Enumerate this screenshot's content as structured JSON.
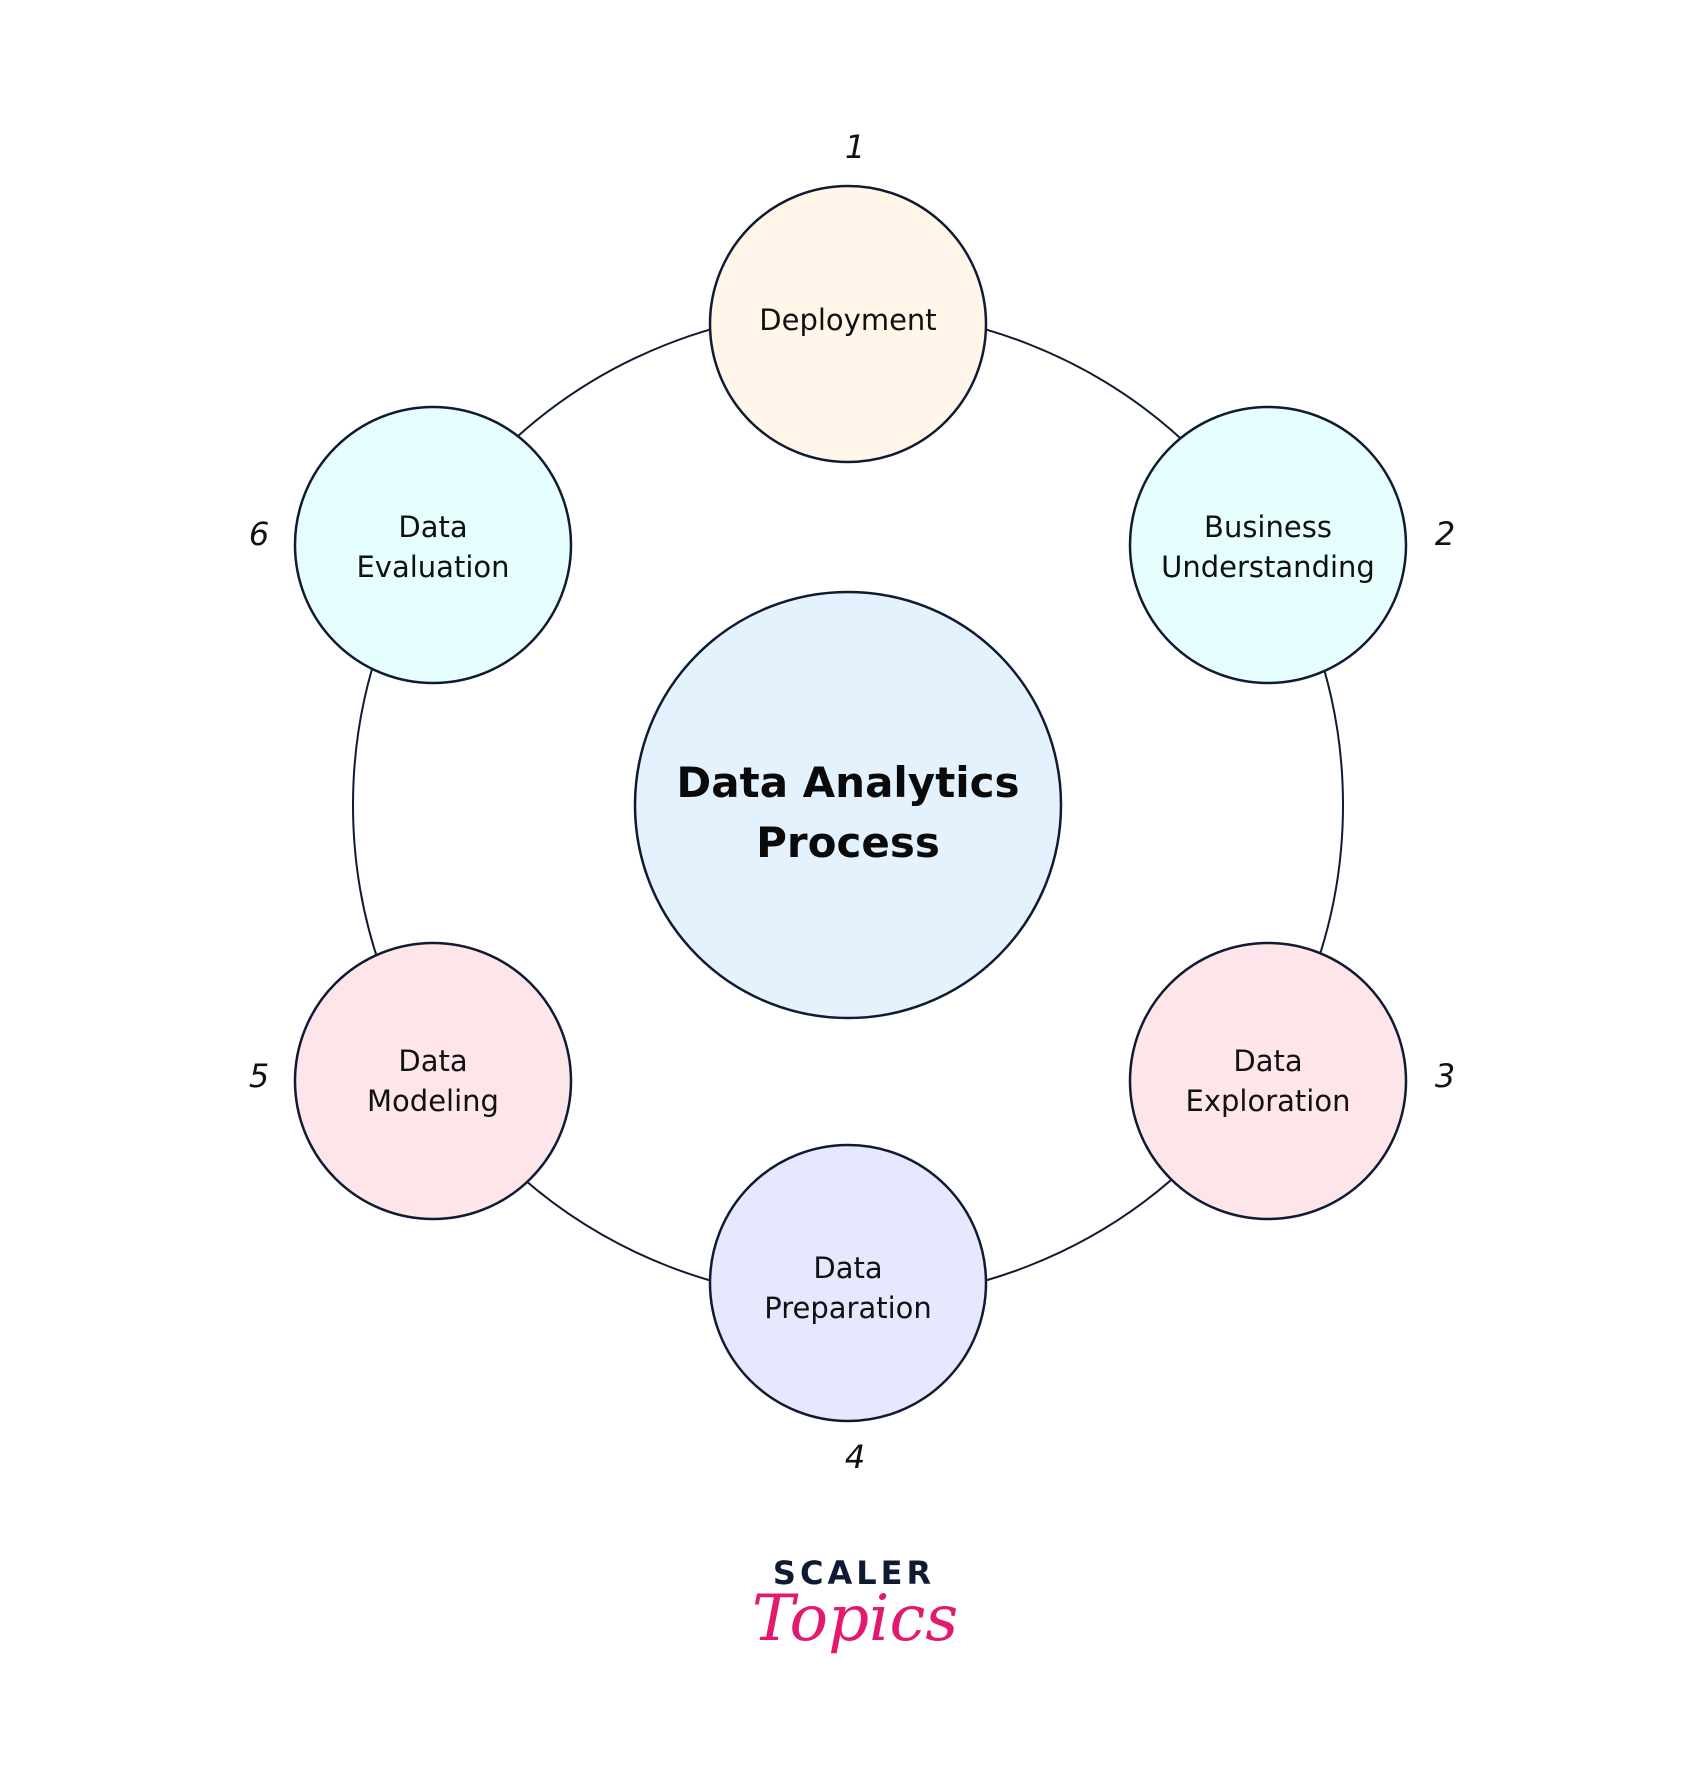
{
  "title": {
    "line1": "Data Analytics",
    "line2": "Process"
  },
  "steps": [
    {
      "number": "1",
      "line1": "Deployment",
      "line2": "",
      "fill": "#fff5e8"
    },
    {
      "number": "2",
      "line1": "Business",
      "line2": "Understanding",
      "fill": "#e6fefe"
    },
    {
      "number": "3",
      "line1": "Data",
      "line2": "Exploration",
      "fill": "#fde5ea"
    },
    {
      "number": "4",
      "line1": "Data",
      "line2": "Preparation",
      "fill": "#e7e7fd"
    },
    {
      "number": "5",
      "line1": "Data",
      "line2": "Modeling",
      "fill": "#fde5ea"
    },
    {
      "number": "6",
      "line1": "Data",
      "line2": "Evaluation",
      "fill": "#e6fefe"
    }
  ],
  "center_fill": "#e4f2fe",
  "logo": {
    "brand": "SCALER",
    "sub": "Topics"
  }
}
